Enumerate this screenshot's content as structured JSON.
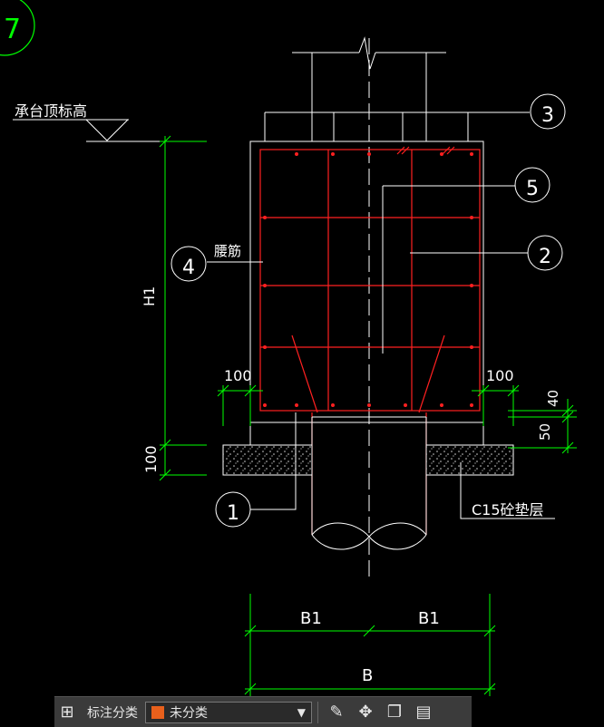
{
  "drawing": {
    "corner_label": "7",
    "elevation_label": "承台顶标高",
    "callouts": [
      "1",
      "2",
      "3",
      "4",
      "5"
    ],
    "waist_bar_label": "腰筋",
    "cushion_label": "C15砼垫层",
    "dimensions": {
      "left_offset": "100",
      "right_offset": "100",
      "h1": "H1",
      "bottom_100": "100",
      "dim_40": "40",
      "dim_50": "50",
      "b1_left": "B1",
      "b1_right": "B1",
      "b": "B"
    },
    "colors": {
      "background": "#000000",
      "lines": "#ffffff",
      "rebar": "#ff2020",
      "dimension": "#00ff00",
      "corner_circle": "#00ff00"
    }
  },
  "toolbar": {
    "category_label": "标注分类",
    "selected_category": "未分类",
    "selected_color": "#e8601c",
    "icons": [
      "grid-icon",
      "edit-icon",
      "move-icon",
      "copy-icon",
      "paste-icon"
    ]
  }
}
